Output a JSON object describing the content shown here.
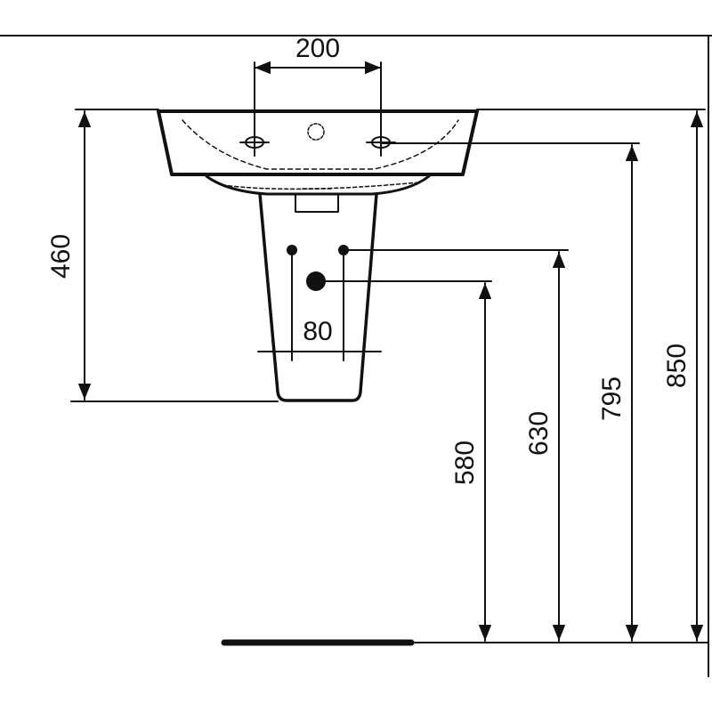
{
  "dimensions": {
    "tap_hole_spacing": "200",
    "waste_spacing": "80",
    "overall_height": "460",
    "waste_height_lower": "580",
    "supply_height": "630",
    "tap_height": "795",
    "rim_height": "850"
  },
  "colors": {
    "line": "#111111",
    "background": "#ffffff"
  }
}
